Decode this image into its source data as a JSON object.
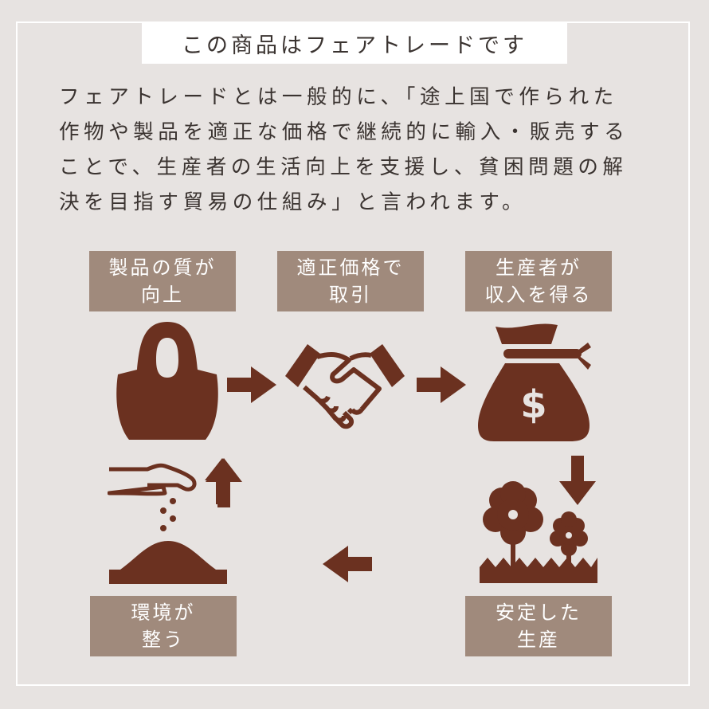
{
  "title": "この商品はフェアトレードです",
  "description": [
    "フェアトレードとは一般的に、「途上国で作られた",
    "作物や製品を適正な価格で継続的に輸入・販売する",
    "ことで、生産者の生活向上を支援し、貧困問題の解",
    "決を目指す貿易の仕組み」と言われます。"
  ],
  "cycle": [
    {
      "line1": "製品の質が",
      "line2": "向上",
      "icon": "tote-bag-icon"
    },
    {
      "line1": "適正価格で",
      "line2": "取引",
      "icon": "handshake-icon"
    },
    {
      "line1": "生産者が",
      "line2": "収入を得る",
      "icon": "money-bag-icon"
    },
    {
      "line1": "安定した",
      "line2": "生産",
      "icon": "flowers-icon"
    },
    {
      "line1": "環境が",
      "line2": "整う",
      "icon": "sowing-soil-icon"
    }
  ],
  "colors": {
    "label_bg": "#a08a7c",
    "icon": "#6b3120",
    "background": "#e7e3e1"
  }
}
